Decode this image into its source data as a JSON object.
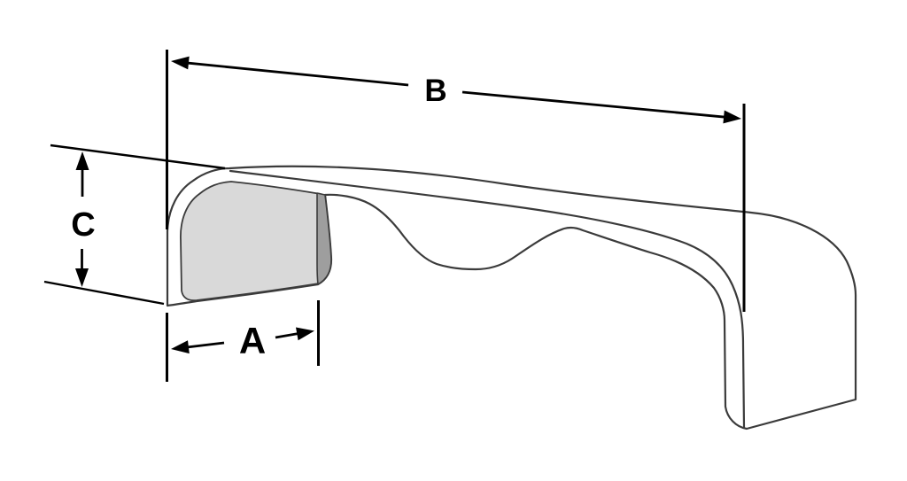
{
  "labels": {
    "a": "A",
    "b": "B",
    "c": "C"
  },
  "colors": {
    "background": "#ffffff",
    "outline": "#3b3b3b",
    "dimension": "#000000",
    "panel-light": "#d9d9d9",
    "panel-dark": "#9e9e9e"
  }
}
